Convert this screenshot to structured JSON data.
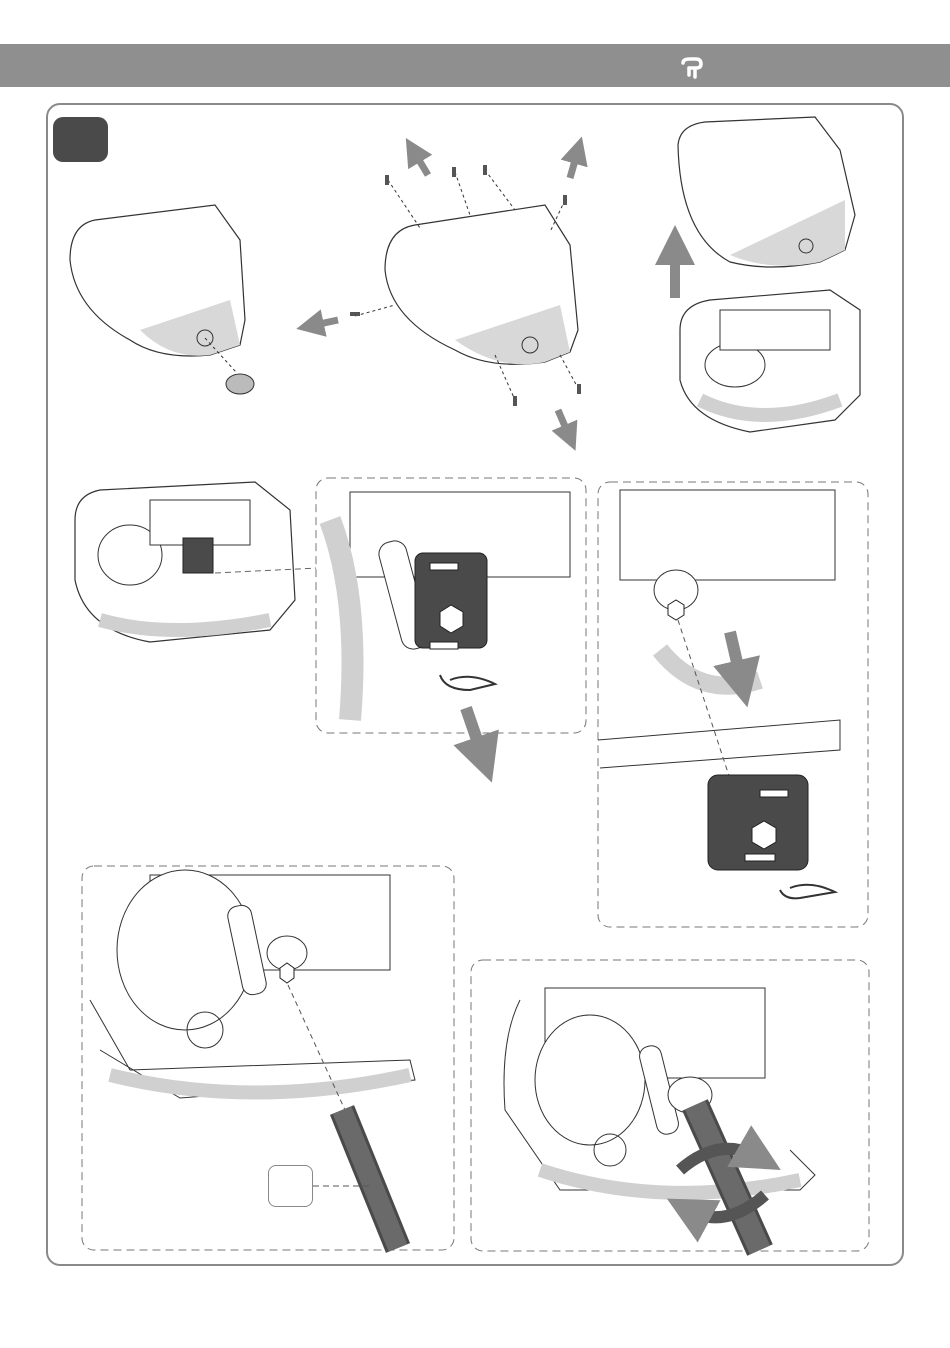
{
  "header": {
    "logo_icon": "brand-logo-icon",
    "bar_color": "#8f8f8f"
  },
  "step": {
    "number": "",
    "badge_color": "#4a4a4a"
  },
  "callout": {
    "label": ""
  },
  "figures": [
    {
      "name": "cover-with-cap",
      "icon": "motor-cover-icon"
    },
    {
      "name": "cover-screws-removal",
      "icon": "screw-icon"
    },
    {
      "name": "cover-lift-off",
      "icon": "arrow-up-icon"
    },
    {
      "name": "clutch-overview",
      "icon": "gear-motor-icon"
    },
    {
      "name": "clutch-block-detail",
      "icon": "clutch-block-icon"
    },
    {
      "name": "clutch-block-removed",
      "icon": "hex-nut-icon"
    },
    {
      "name": "wrench-insert",
      "icon": "socket-wrench-icon"
    },
    {
      "name": "wrench-rotate",
      "icon": "rotate-icon"
    }
  ]
}
